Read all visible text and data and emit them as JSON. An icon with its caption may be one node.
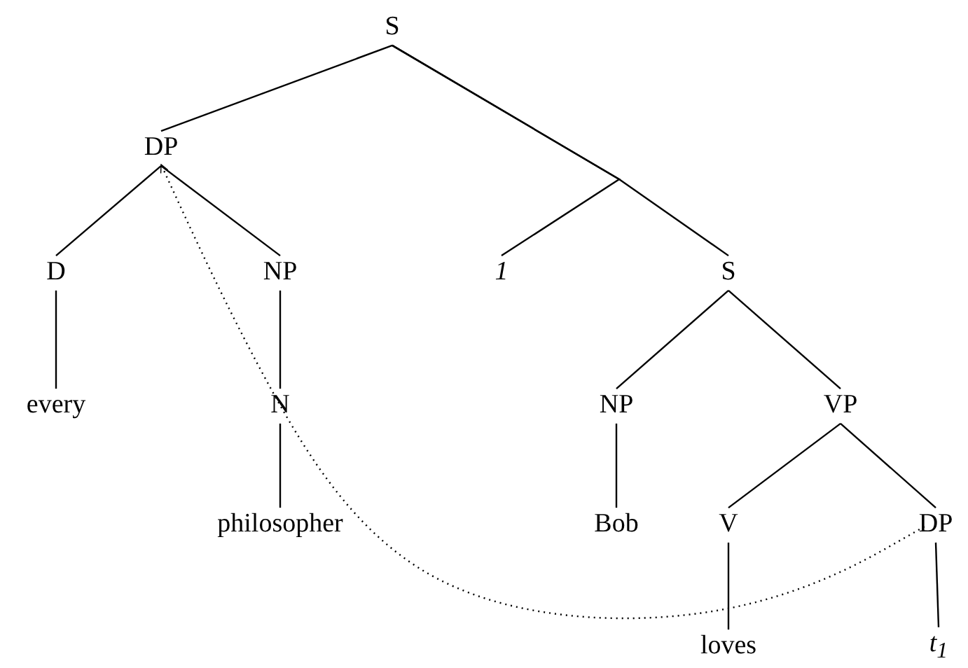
{
  "diagram": {
    "nodes": [
      {
        "text": [
          "S"
        ]
      },
      {
        "text": [
          "DP"
        ]
      },
      {
        "text": [
          "D"
        ]
      },
      {
        "text": [
          "every"
        ]
      },
      {
        "text": [
          "NP"
        ]
      },
      {
        "text": [
          "N"
        ]
      },
      {
        "text": [
          "philosopher"
        ]
      },
      {
        "text": [
          "1"
        ]
      },
      {
        "text": [
          "S"
        ]
      },
      {
        "text": [
          "NP"
        ]
      },
      {
        "text": [
          "Bob"
        ]
      },
      {
        "text": [
          "VP"
        ]
      },
      {
        "text": [
          "V"
        ]
      },
      {
        "text": [
          "loves"
        ]
      },
      {
        "text": [
          "DP"
        ]
      },
      {
        "text": [
          "t$_{1}$"
        ]
      }
    ],
    "edges": [
      {
        "from": 0,
        "to": 1,
        "arrow": "none"
      },
      {
        "from": 0,
        "to": 7,
        "arrow": "none"
      },
      {
        "from": 0,
        "to": 8,
        "arrow": "none"
      },
      {
        "from": 1,
        "to": 2,
        "arrow": "none"
      },
      {
        "from": 1,
        "to": 4,
        "arrow": "none"
      },
      {
        "from": 2,
        "to": 3,
        "arrow": "none"
      },
      {
        "from": 4,
        "to": 5,
        "arrow": "none"
      },
      {
        "from": 5,
        "to": 6,
        "arrow": "none"
      },
      {
        "from": 8,
        "to": 9,
        "arrow": "none"
      },
      {
        "from": 8,
        "to": 11,
        "arrow": "none"
      },
      {
        "from": 9,
        "to": 10,
        "arrow": "none"
      },
      {
        "from": 11,
        "to": 12,
        "arrow": "none"
      },
      {
        "from": 11,
        "to": 14,
        "arrow": "none"
      },
      {
        "from": 12,
        "to": 13,
        "arrow": "none"
      },
      {
        "from": 14,
        "to": 15,
        "arrow": "none"
      },
      {
        "from": 14,
        "to": 1,
        "arrow": "to",
        "style": "dashed"
      }
    ]
  }
}
